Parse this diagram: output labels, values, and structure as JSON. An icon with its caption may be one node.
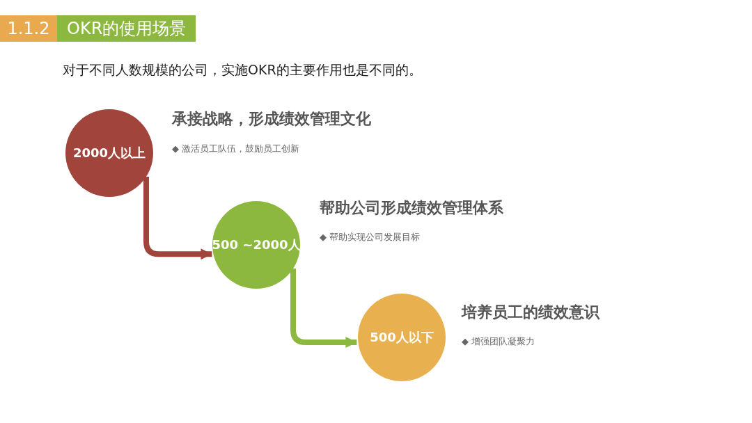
{
  "diagram": {
    "title": "OKR的使用场景",
    "nodes": [
      {
        "text": [
          "2000人以上"
        ],
        "beside": [
          "承接战略，形成绩效管理文化",
          "◆ 激活员工队伍，鼓励员工创新"
        ]
      },
      {
        "text": [
          "500 ~2000人"
        ],
        "beside": [
          "帮助公司形成绩效管理体系",
          "◆ 帮助实现公司发展目标"
        ]
      },
      {
        "text": [
          "500人以下"
        ],
        "beside": [
          "培养员工的绩效意识",
          "◆ 增强团队凝聚力"
        ]
      }
    ],
    "edges": [
      {
        "from": 0,
        "to": 1,
        "arrow": "to",
        "color": "#a1443c"
      },
      {
        "from": 1,
        "to": 2,
        "arrow": "to",
        "color": "#8db83f"
      }
    ],
    "labels": [
      "1.1.2",
      "对于不同人数规模的公司，实施OKR的主要作用也是不同的。"
    ]
  }
}
